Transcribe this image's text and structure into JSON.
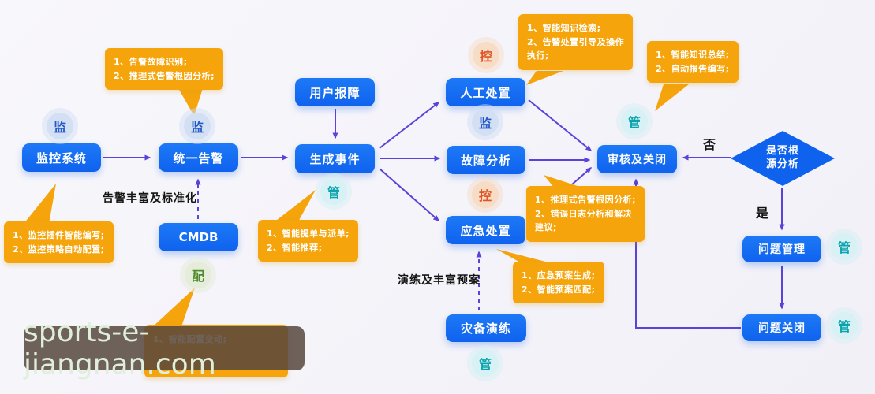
{
  "nodes": {
    "monitoring": "监控系统",
    "unified_alert": "统一告警",
    "user_report": "用户报障",
    "create_event": "生成事件",
    "manual_handle": "人工处置",
    "fault_analysis": "故障分析",
    "emergency_handle": "应急处置",
    "review_close": "审核及关闭",
    "cmdb": "CMDB",
    "dr_drill": "灾备演练",
    "problem_mgmt": "问题管理",
    "problem_close": "问题关闭",
    "decision": "是否根\n源分析"
  },
  "badge_types": {
    "monitor": "监",
    "control": "控",
    "manage": "管",
    "config": "配"
  },
  "callouts": {
    "alert_identify": "1、告警故障识别;\n2、推理式告警根因分析;",
    "monitor_plugin": "1、监控插件智能编写;\n2、监控策略自动配置;",
    "ticket_dispatch": "1、智能提单与派单;\n2、智能推荐;",
    "knowledge_search": "1、智能知识检索;\n2、告警处置引导及操作\n执行;",
    "knowledge_summary": "1、智能知识总结;\n2、自动报告编写;",
    "root_cause": "1、推理式告警根因分析;\n2、错误日志分析和解决\n建议;",
    "emergency_plan": "1、应急预案生成;\n2、智能预案匹配;",
    "config_change": "1、智能配置变动;"
  },
  "labels": {
    "alert_enrich": "告警丰富及标准化",
    "drill_enrich": "演练及丰富预案",
    "no": "否",
    "yes": "是"
  },
  "watermark": {
    "text": "sports-e-jiangnan.com"
  },
  "colors": {
    "node_blue": "#0f62ee",
    "callout_orange": "#f5a40c",
    "arrow_purple": "#5a43d8",
    "badge_monitor_text": "#2459c8",
    "badge_control_text": "#e05425",
    "badge_manage_text": "#0aa3ad",
    "badge_config_text": "#4d8a2c",
    "background": "#f6f5fa",
    "watermark_bg": "#56463d",
    "watermark_text": "#dfefdb"
  }
}
